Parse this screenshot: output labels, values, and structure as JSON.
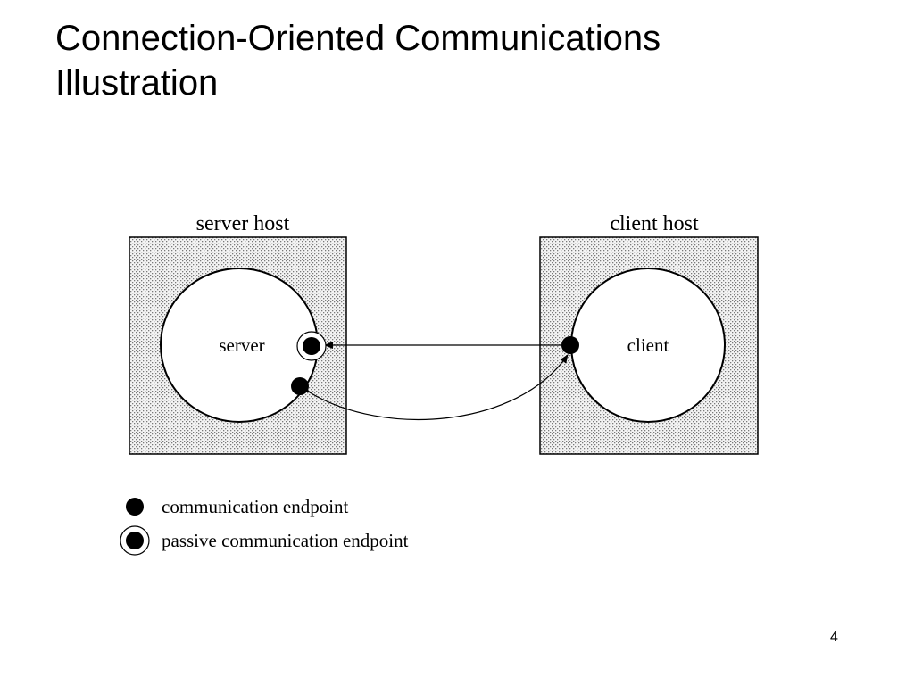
{
  "slide": {
    "title_line1": "Connection-Oriented Communications",
    "title_line2": "Illustration",
    "page_number": "4"
  },
  "diagram": {
    "server_host_label": "server host",
    "client_host_label": "client host",
    "server_label": "server",
    "client_label": "client",
    "colors": {
      "host_fill_dots": "#8a8a8a",
      "host_background": "#f2f2f2",
      "stroke": "#000000"
    }
  },
  "legend": {
    "endpoint_label": "communication endpoint",
    "passive_endpoint_label": "passive communication endpoint"
  }
}
